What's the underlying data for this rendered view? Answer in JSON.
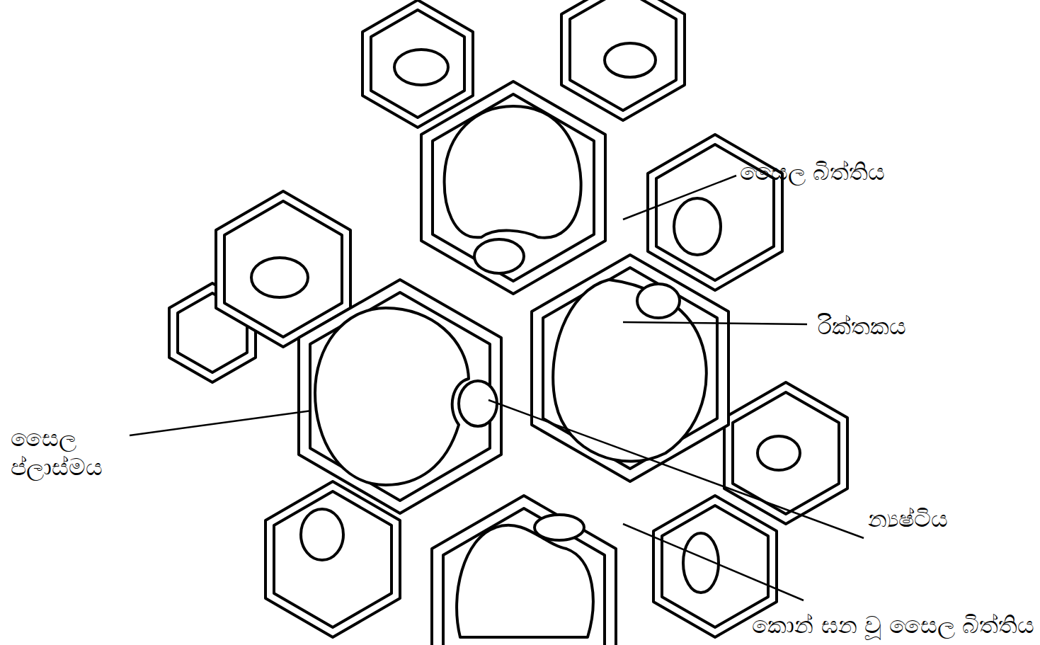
{
  "diagram": {
    "labels": [
      "සෛල බිත්තිය",
      "රික්තකය",
      "සෛල ප්ලාස්මය",
      "න්‍යෂ්ටිය",
      "කොන් ඝන වූ සෛල බිත්තිය"
    ]
  }
}
